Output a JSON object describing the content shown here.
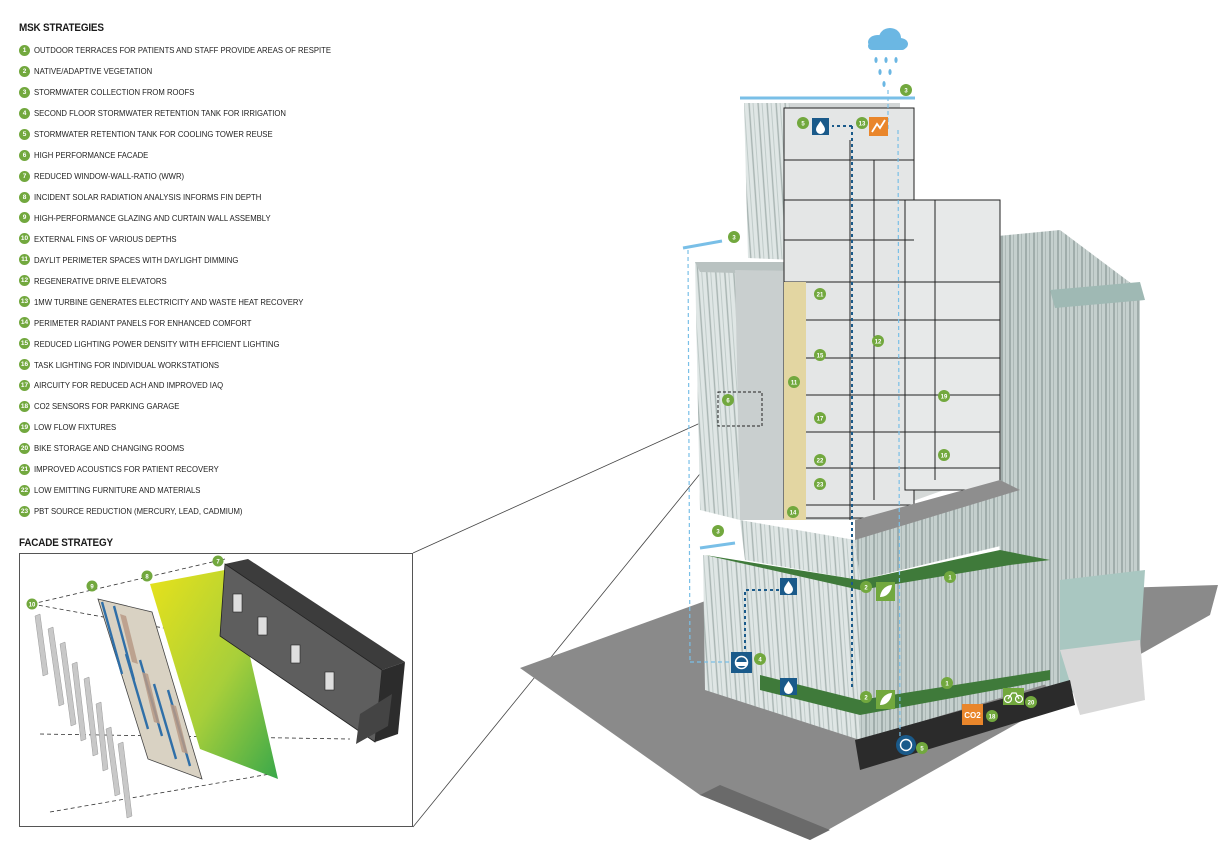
{
  "msk": {
    "heading": "MSK STRATEGIES",
    "items": [
      {
        "num": "1",
        "label": "OUTDOOR TERRACES FOR PATIENTS AND STAFF PROVIDE AREAS OF RESPITE"
      },
      {
        "num": "2",
        "label": "NATIVE/ADAPTIVE VEGETATION"
      },
      {
        "num": "3",
        "label": "STORMWATER COLLECTION FROM ROOFS"
      },
      {
        "num": "4",
        "label": "SECOND FLOOR STORMWATER RETENTION TANK FOR IRRIGATION"
      },
      {
        "num": "5",
        "label": "STORMWATER RETENTION TANK FOR COOLING TOWER REUSE"
      },
      {
        "num": "6",
        "label": "HIGH PERFORMANCE FACADE"
      },
      {
        "num": "7",
        "label": "REDUCED WINDOW-WALL-RATIO (WWR)"
      },
      {
        "num": "8",
        "label": "INCIDENT SOLAR RADIATION ANALYSIS INFORMS FIN DEPTH"
      },
      {
        "num": "9",
        "label": "HIGH-PERFORMANCE GLAZING AND CURTAIN WALL ASSEMBLY"
      },
      {
        "num": "10",
        "label": "EXTERNAL FINS OF VARIOUS DEPTHS"
      },
      {
        "num": "11",
        "label": "DAYLIT PERIMETER SPACES WITH DAYLIGHT DIMMING"
      },
      {
        "num": "12",
        "label": "REGENERATIVE DRIVE ELEVATORS"
      },
      {
        "num": "13",
        "label": "1MW TURBINE GENERATES ELECTRICITY AND WASTE HEAT RECOVERY"
      },
      {
        "num": "14",
        "label": "PERIMETER RADIANT PANELS FOR ENHANCED COMFORT"
      },
      {
        "num": "15",
        "label": "REDUCED LIGHTING POWER DENSITY WITH EFFICIENT LIGHTING"
      },
      {
        "num": "16",
        "label": "TASK LIGHTING FOR INDIVIDUAL WORKSTATIONS"
      },
      {
        "num": "17",
        "label": "AIRCUITY FOR REDUCED ACH AND IMPROVED IAQ"
      },
      {
        "num": "18",
        "label": "CO2 SENSORS FOR PARKING GARAGE"
      },
      {
        "num": "19",
        "label": "LOW FLOW FIXTURES"
      },
      {
        "num": "20",
        "label": "BIKE STORAGE AND CHANGING ROOMS"
      },
      {
        "num": "21",
        "label": "IMPROVED ACOUSTICS FOR PATIENT RECOVERY"
      },
      {
        "num": "22",
        "label": "LOW EMITTING FURNITURE AND MATERIALS"
      },
      {
        "num": "23",
        "label": "PBT SOURCE REDUCTION (MERCURY, LEAD, CADMIUM)"
      }
    ]
  },
  "facade": {
    "heading": "FACADE STRATEGY",
    "layers": [
      {
        "num": "10"
      },
      {
        "num": "9"
      },
      {
        "num": "8"
      },
      {
        "num": "7"
      }
    ]
  },
  "callouts": {
    "c3a": "3",
    "c3b": "3",
    "c3c": "3",
    "c5top": "5",
    "c13": "13",
    "c21": "21",
    "c12": "12",
    "c15": "15",
    "c11": "11",
    "c6": "6",
    "c19": "19",
    "c17": "17",
    "c22": "22",
    "c23": "23",
    "c16": "16",
    "c14": "14",
    "c2a": "2",
    "c1a": "1",
    "c4": "4",
    "c2b": "2",
    "c1b": "1",
    "c18": "18",
    "c20": "20",
    "c5bot": "5",
    "co2": "CO2"
  },
  "colors": {
    "badge_green": "#72a83e",
    "water_blue": "#1a5a8a",
    "sky_blue": "#6bb7e3",
    "energy_orange": "#e9862b",
    "ground_gray": "#8a8a8a",
    "facade_dark": "#4a4a4a"
  },
  "icons": [
    "cloud-icon",
    "rain-icon",
    "water-drop-icon",
    "tank-icon",
    "turbine-icon",
    "leaf-icon",
    "bike-icon",
    "co2-icon"
  ]
}
